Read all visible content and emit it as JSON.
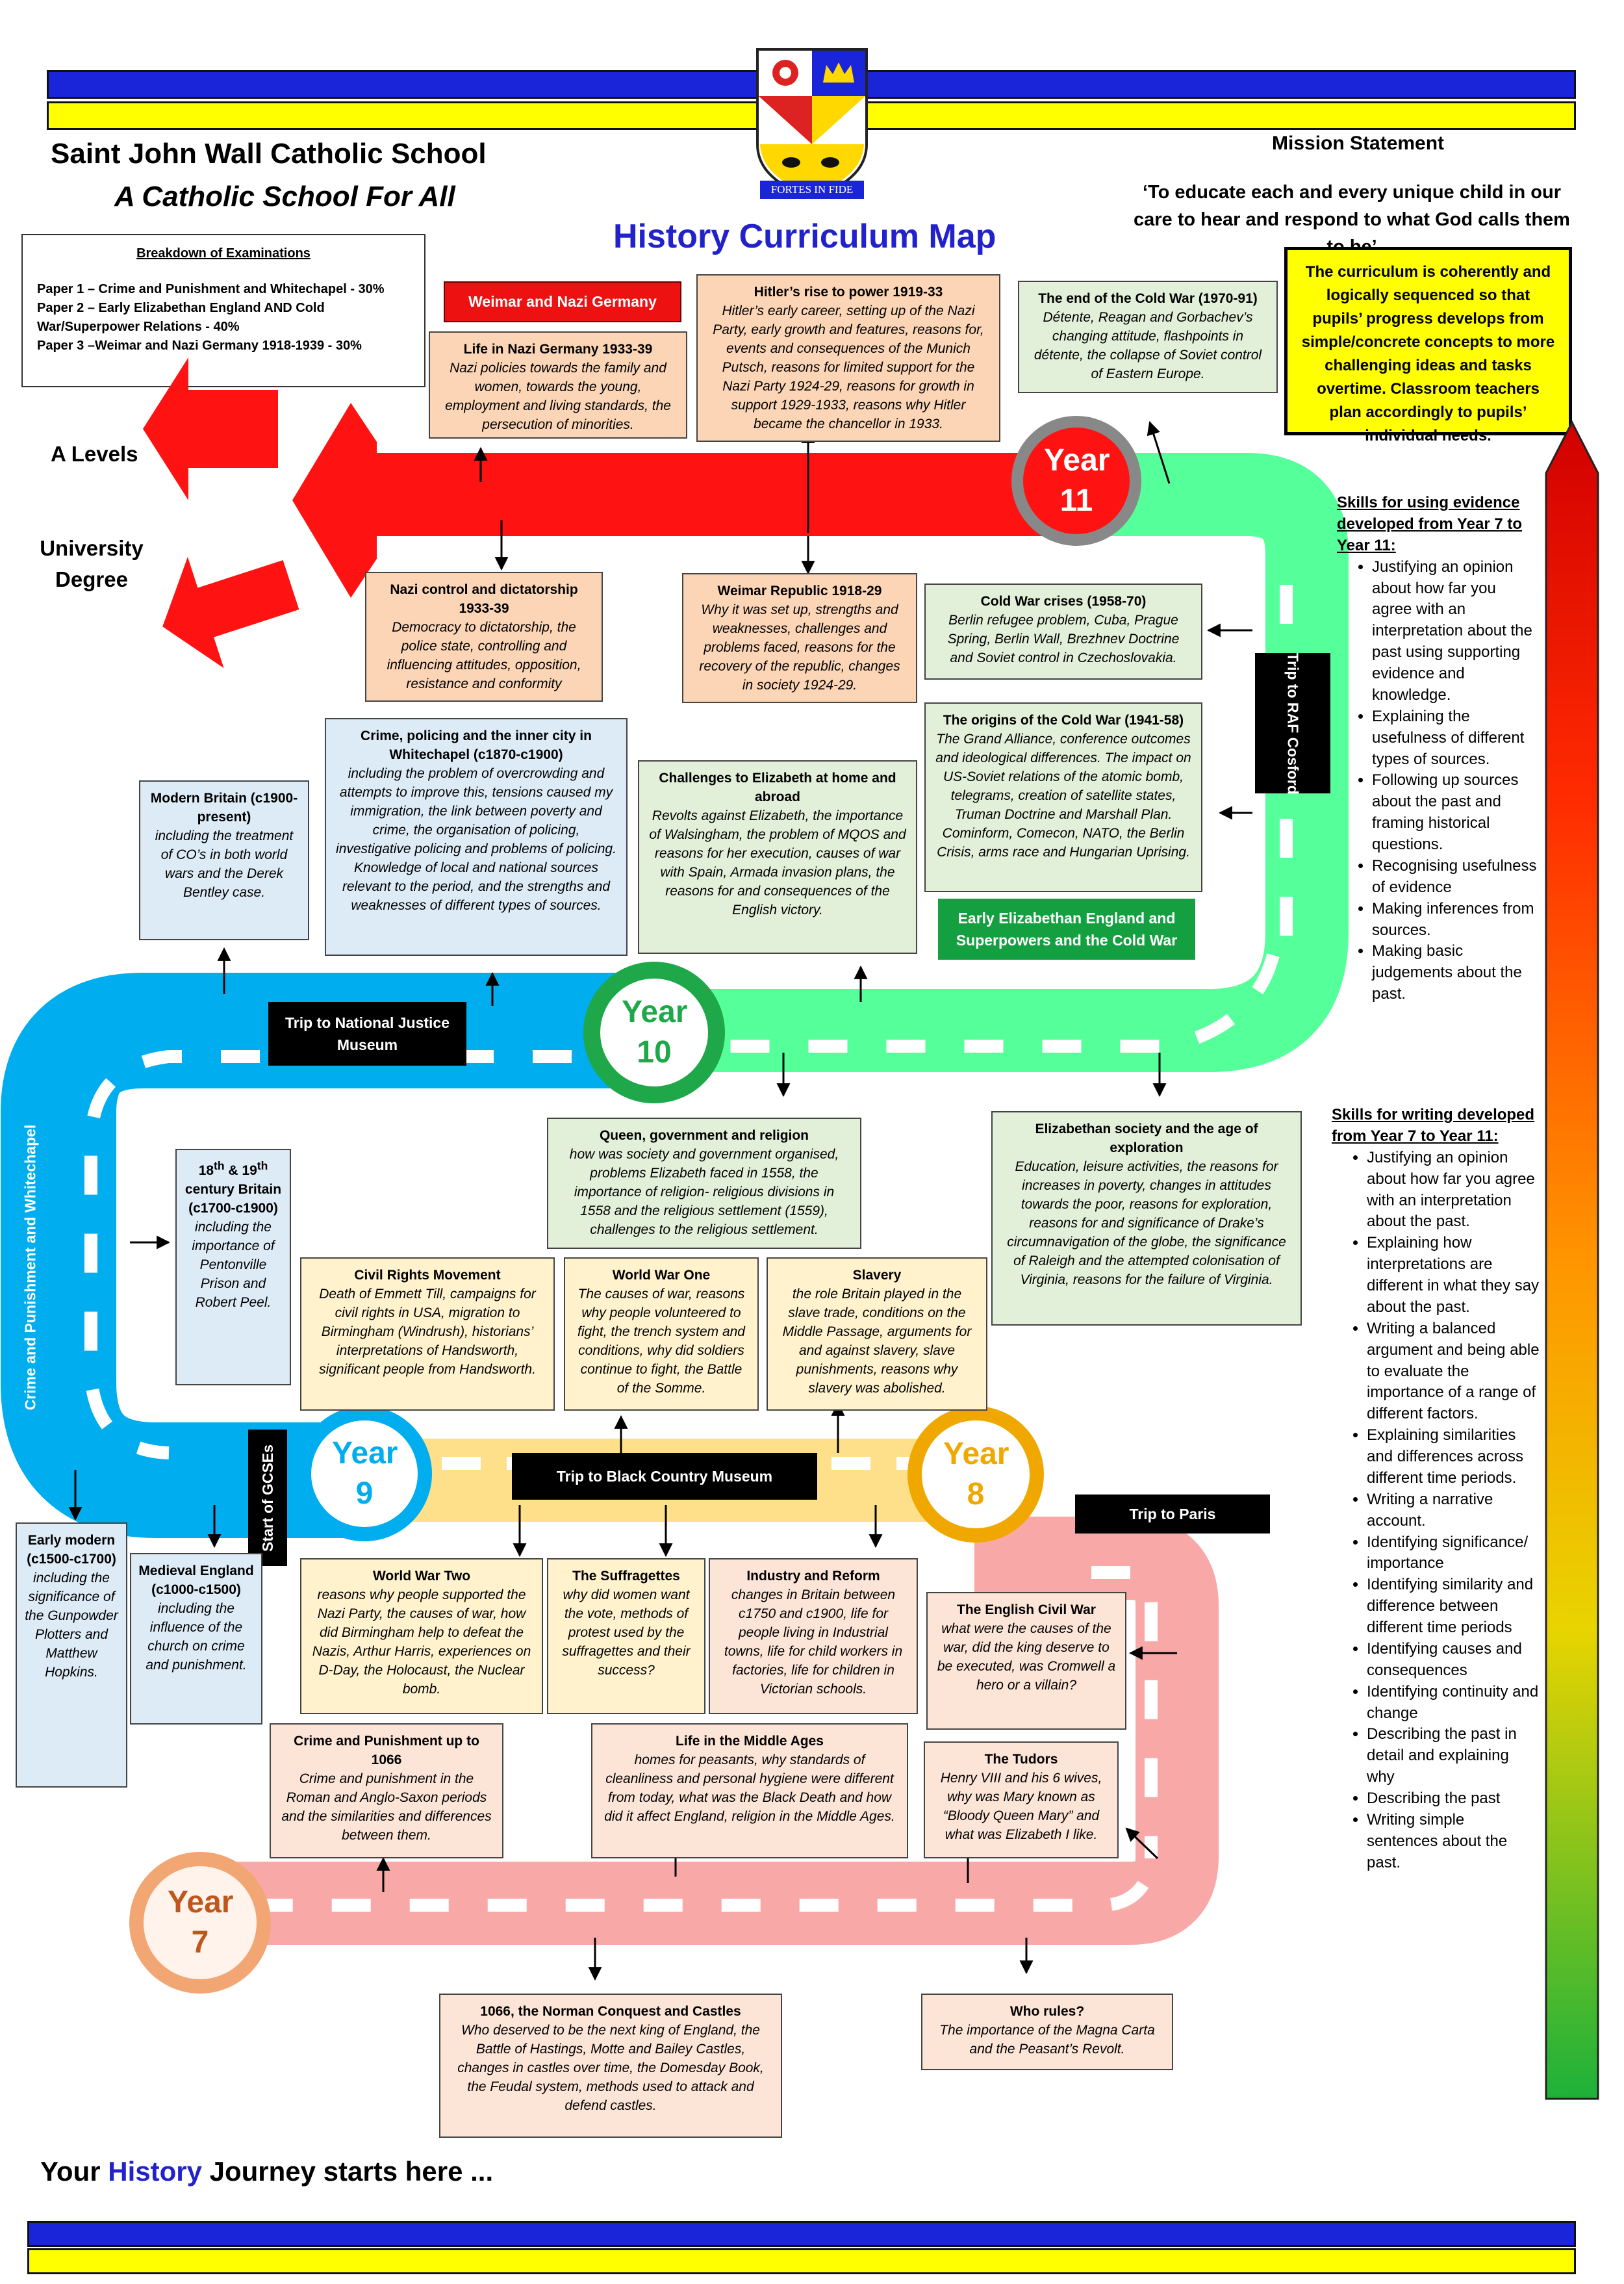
{
  "school": {
    "name": "Saint John Wall Catholic School",
    "tagline": "A Catholic School For All",
    "motto": "FORTES IN FIDE"
  },
  "title": "History Curriculum Map",
  "mission": {
    "heading": "Mission Statement",
    "text": "‘To educate each and every unique child in our care to hear and respond to what God calls them to be’"
  },
  "exams": {
    "heading": "Breakdown of Examinations",
    "paper1": "Paper 1 – Crime and Punishment and Whitechapel - 30%",
    "paper2": "Paper 2 – Early Elizabethan England AND Cold War/Superpower Relations - 40%",
    "paper3": "Paper 3 –Weimar and Nazi Germany 1918-1939 - 30%"
  },
  "curriculum_note": "The curriculum is coherently and logically sequenced so that pupils’ progress develops from simple/concrete concepts to more challenging ideas and tasks overtime. Classroom teachers plan accordingly to pupils’ individual needs.",
  "destinations": {
    "a_levels": "A Levels",
    "university": "University Degree"
  },
  "tags": {
    "weimar": "Weimar and Nazi Germany",
    "raf": "Trip to RAF Cosford",
    "elizabethan": "Early Elizabethan England and Superpowers and the Cold War",
    "justice": "Trip to National Justice Museum",
    "crime": "Crime and Punishment and Whitechapel",
    "gcse": "Start of GCSEs",
    "black_country": "Trip to Black Country Museum",
    "paris": "Trip to Paris"
  },
  "years": {
    "y7": "Year 7",
    "y8": "Year 8",
    "y9": "Year 9",
    "y10": "Year 10",
    "y11": "Year 11"
  },
  "topics": {
    "life_nazi": {
      "title": "Life in Nazi Germany 1933-39",
      "desc": "Nazi policies towards the family and women, towards the young, employment and living standards, the persecution of minorities."
    },
    "hitler_rise": {
      "title": "Hitler’s rise to power 1919-33",
      "desc": "Hitler’s early career, setting up of the Nazi Party, early growth and features, reasons for, events and consequences of the Munich Putsch, reasons for limited support for the Nazi Party 1924-29, reasons for growth in support 1929-1933, reasons why Hitler became the chancellor in 1933."
    },
    "end_cold_war": {
      "title": "The end of the Cold War (1970-91)",
      "desc": "Détente, Reagan and Gorbachev’s changing attitude, flashpoints in détente, the collapse of Soviet control of Eastern Europe."
    },
    "nazi_control": {
      "title": "Nazi control and dictatorship 1933-39",
      "desc": "Democracy to dictatorship, the police state, controlling and influencing attitudes, opposition, resistance and conformity"
    },
    "weimar_republic": {
      "title": "Weimar Republic 1918-29",
      "desc": "Why it was set up, strengths and weaknesses, challenges and problems faced, reasons for the recovery of the republic, changes in society 1924-29."
    },
    "cold_war_crises": {
      "title": "Cold War crises (1958-70)",
      "desc": "Berlin refugee problem, Cuba, Prague Spring, Berlin Wall, Brezhnev Doctrine and Soviet control in Czechoslovakia."
    },
    "origins_cold_war": {
      "title": "The origins of the Cold War (1941-58)",
      "desc": "The Grand Alliance, conference outcomes and ideological differences. The impact on US-Soviet relations of the atomic bomb, telegrams, creation of satellite states, Truman Doctrine and Marshall Plan. Cominform, Comecon, NATO, the Berlin Crisis, arms race and Hungarian Uprising."
    },
    "whitechapel": {
      "title": "Crime, policing and the inner city in Whitechapel (c1870-c1900)",
      "desc": "including the problem of overcrowding and attempts to improve this, tensions caused my immigration, the link between poverty and crime, the organisation of policing, investigative policing and problems of policing. Knowledge of local and national sources relevant to the period, and the strengths and weaknesses of different types of sources."
    },
    "challenges_elizabeth": {
      "title": "Challenges to Elizabeth at home and abroad",
      "desc": "Revolts against Elizabeth, the importance of Walsingham, the problem of MQOS and reasons for her execution, causes of war with Spain, Armada invasion plans, the reasons for and consequences of the English victory."
    },
    "modern_britain": {
      "title": "Modern Britain (c1900-present)",
      "desc": "including the treatment of CO’s in both world wars and the Derek Bentley case."
    },
    "queen_gov": {
      "title": "Queen, government and religion",
      "desc": "how was society and government organised, problems Elizabeth faced in 1558, the importance of religion- religious divisions in 1558 and the religious settlement (1559), challenges to the religious settlement."
    },
    "elizabethan_society": {
      "title": "Elizabethan society and the age of exploration",
      "desc": "Education, leisure activities, the reasons for increases in poverty, changes in attitudes towards the poor, reasons for exploration, reasons for and significance of Drake’s circumnavigation of the globe, the significance of Raleigh and the attempted colonisation of Virginia, reasons for the failure of Virginia."
    },
    "c18_19_britain": {
      "title_a": "18",
      "title_sup": "th",
      "title_b": " & 19",
      "title_sup2": "th",
      "title_c": " century Britain (c1700-c1900)",
      "desc": "including the importance of Pentonville Prison and Robert Peel."
    },
    "civil_rights": {
      "title": "Civil Rights Movement",
      "desc": "Death of Emmett Till, campaigns for civil rights in USA, migration to Birmingham (Windrush), historians’ interpretations of Handsworth, significant people from Handsworth."
    },
    "ww1": {
      "title": "World War One",
      "desc": "The causes of war, reasons why people volunteered to fight, the trench system and conditions, why did soldiers continue to fight, the Battle of the Somme."
    },
    "slavery": {
      "title": "Slavery",
      "desc": "the role Britain played in the slave trade, conditions on the Middle Passage, arguments for and against slavery, slave punishments, reasons why slavery was abolished."
    },
    "early_modern": {
      "title": "Early modern (c1500-c1700)",
      "desc": "including the significance of the Gunpowder Plotters and Matthew Hopkins."
    },
    "medieval": {
      "title": "Medieval England (c1000-c1500)",
      "desc": "including the influence of the church on crime and punishment."
    },
    "ww2": {
      "title": "World War Two",
      "desc": "reasons why people supported the Nazi Party, the causes of war, how did Birmingham help to defeat the Nazis, Arthur Harris, experiences on D-Day, the Holocaust, the Nuclear bomb."
    },
    "suffragettes": {
      "title": "The Suffragettes",
      "desc": "why did women want the vote, methods of protest used by the suffragettes and their success?"
    },
    "industry": {
      "title": "Industry and Reform",
      "desc": "changes in Britain between c1750 and c1900, life for people living in Industrial towns, life for child workers in factories, life for children in Victorian schools."
    },
    "civil_war": {
      "title": "The English Civil War",
      "desc": "what were the causes of the war, did the king deserve to be executed, was Cromwell a hero or a villain?"
    },
    "crime_1066": {
      "title": "Crime and Punishment up to 1066",
      "desc": "Crime and punishment in the Roman and Anglo-Saxon periods and the similarities and differences between them."
    },
    "middle_ages": {
      "title": "Life in the Middle Ages",
      "desc": "homes for peasants, why standards of cleanliness and personal hygiene were different from today, what was the Black Death and how did it affect England, religion in the Middle Ages."
    },
    "tudors": {
      "title": "The Tudors",
      "desc": "Henry VIII and his 6 wives, why was Mary known as “Bloody Queen Mary” and what was Elizabeth I like."
    },
    "norman": {
      "title": "1066, the Norman Conquest and Castles",
      "desc": "Who deserved to be the next king of England, the Battle of Hastings, Motte and Bailey Castles, changes in castles over time, the Domesday Book, the Feudal system, methods used to attack and defend castles."
    },
    "who_rules": {
      "title": "Who rules?",
      "desc": "The importance of the Magna Carta and the Peasant’s Revolt."
    }
  },
  "skills_evidence": {
    "heading": "Skills for using evidence developed from Year 7 to Year 11:",
    "items": [
      "Justifying an opinion about how far you agree with an interpretation about the past using supporting evidence and knowledge.",
      "Explaining the usefulness of different types of sources.",
      "Following up sources about the past and framing historical questions.",
      "Recognising usefulness of evidence",
      "Making inferences from sources.",
      "Making basic judgements about the past."
    ]
  },
  "skills_writing": {
    "heading": "Skills for writing developed from Year 7 to Year 11:",
    "items": [
      "Justifying an opinion about how far you agree with an interpretation about the past.",
      "Explaining how interpretations are different in what they say about the past.",
      "Writing a balanced argument and being able to evaluate the importance of a range of different factors.",
      "Explaining similarities and differences across different time periods.",
      "Writing a narrative account.",
      "Identifying significance/ importance",
      "Identifying similarity and difference between different time periods",
      "Identifying causes and consequences",
      "Identifying continuity and change",
      "Describing the past in detail and explaining why",
      "Describing the past",
      "Writing simple sentences about the past."
    ]
  },
  "journey": {
    "pre": "Your ",
    "highlight": "History",
    "post": " Journey starts here ..."
  },
  "colors": {
    "band_blue": "#1a24d8",
    "band_yellow": "#ffff00",
    "road_red": "#ff1212",
    "road_green": "#55ff99",
    "road_blue": "#00adef",
    "road_yellow": "#ffe08a",
    "road_pink": "#f9a8a8",
    "title_blue": "#2222cc"
  }
}
